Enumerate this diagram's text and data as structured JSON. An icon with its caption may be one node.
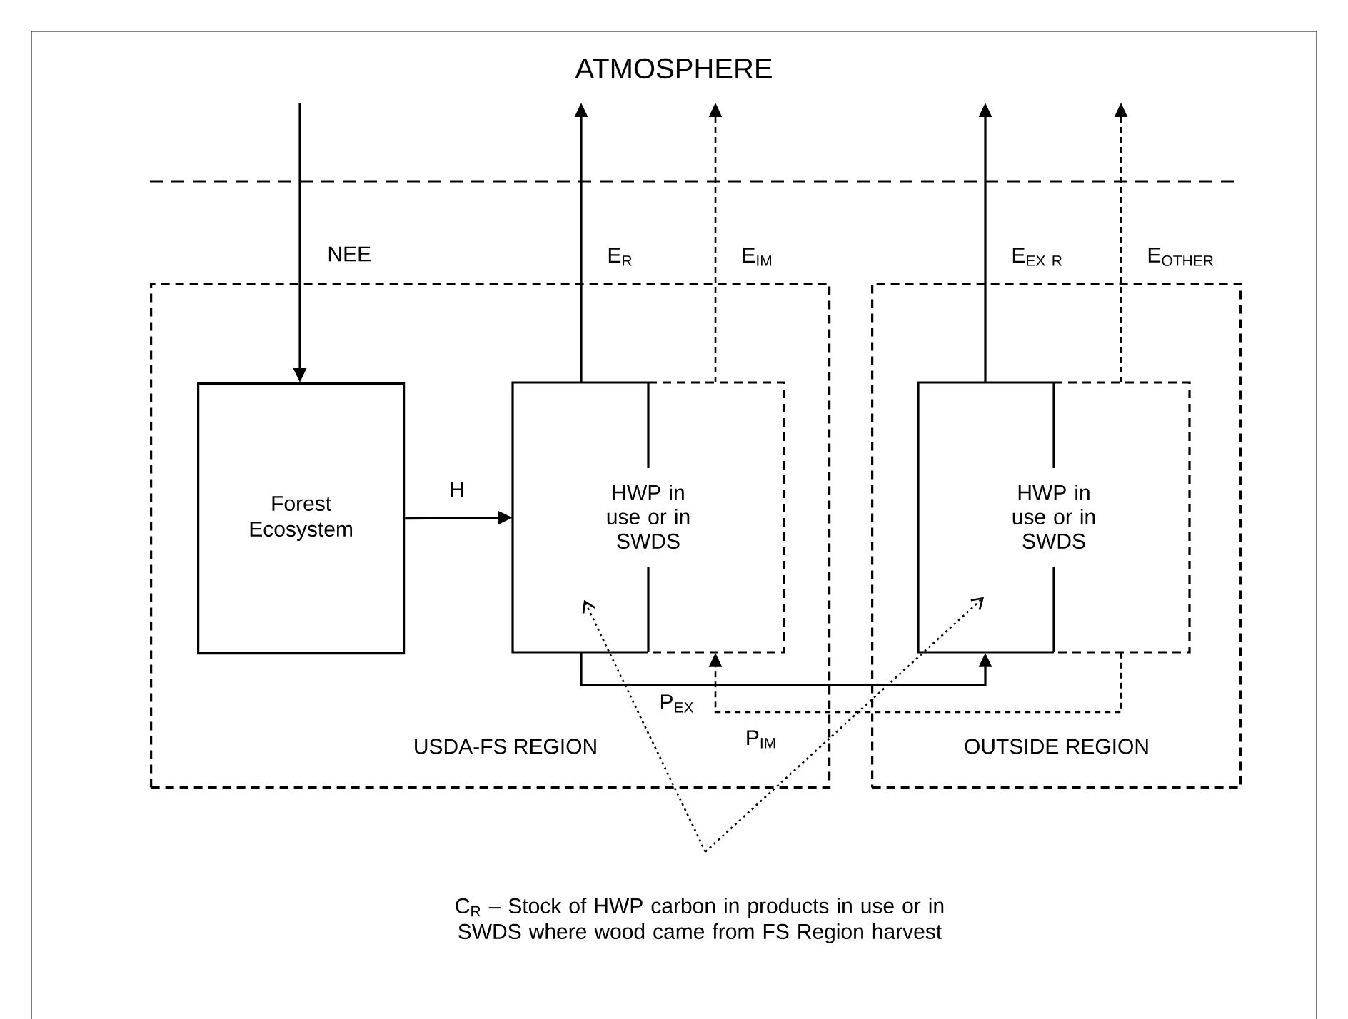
{
  "diagram": {
    "nodes": [
      {
        "text": [
          "USDA-FS REGION"
        ]
      },
      {
        "text": [
          "OUTSIDE REGION"
        ]
      },
      {
        "text": [
          "Forest Ecosystem"
        ],
        "in": 0
      },
      {
        "text": [
          "HWP in use or in SWDS"
        ],
        "in": 0
      },
      {
        "text": [
          "HWP in use or in SWDS"
        ],
        "in": 1
      },
      {
        "text": [
          "C$_{R}$ – Stock of HWP carbon in products in use or in SWDS where wood came from FS Region harvest"
        ]
      }
    ],
    "edges": [
      {
        "from": null,
        "to": 2,
        "arrow": "to",
        "label": "\\mathrm{NEE}"
      },
      {
        "from": 3,
        "to": null,
        "arrow": "to",
        "label": "\\mathrm{E}_{\\mathrm{R}}"
      },
      {
        "from": 3,
        "to": null,
        "arrow": "to",
        "label": "\\mathrm{E}_{\\mathrm{IM}}",
        "style": "dashed"
      },
      {
        "from": 4,
        "to": null,
        "arrow": "to",
        "label": "\\mathrm{E}_{\\mathrm{EX\\ R}}"
      },
      {
        "from": 4,
        "to": null,
        "arrow": "to",
        "label": "\\mathrm{E}_{\\mathrm{OTHER}}",
        "style": "dashed"
      },
      {
        "from": 2,
        "to": 3,
        "arrow": "to",
        "label": "\\mathrm{H}"
      },
      {
        "from": 3,
        "to": 4,
        "arrow": "to",
        "label": "\\mathrm{P}_{\\mathrm{EX}}"
      },
      {
        "from": 4,
        "to": 3,
        "arrow": "to",
        "label": "\\mathrm{P}_{\\mathrm{IM}}",
        "style": "dashed"
      },
      {
        "from": 5,
        "to": 3,
        "arrow": "to",
        "style": "dashed"
      },
      {
        "from": 5,
        "to": 4,
        "arrow": "to",
        "style": "dashed"
      }
    ],
    "labels": [
      "ATMOSPHERE"
    ]
  }
}
